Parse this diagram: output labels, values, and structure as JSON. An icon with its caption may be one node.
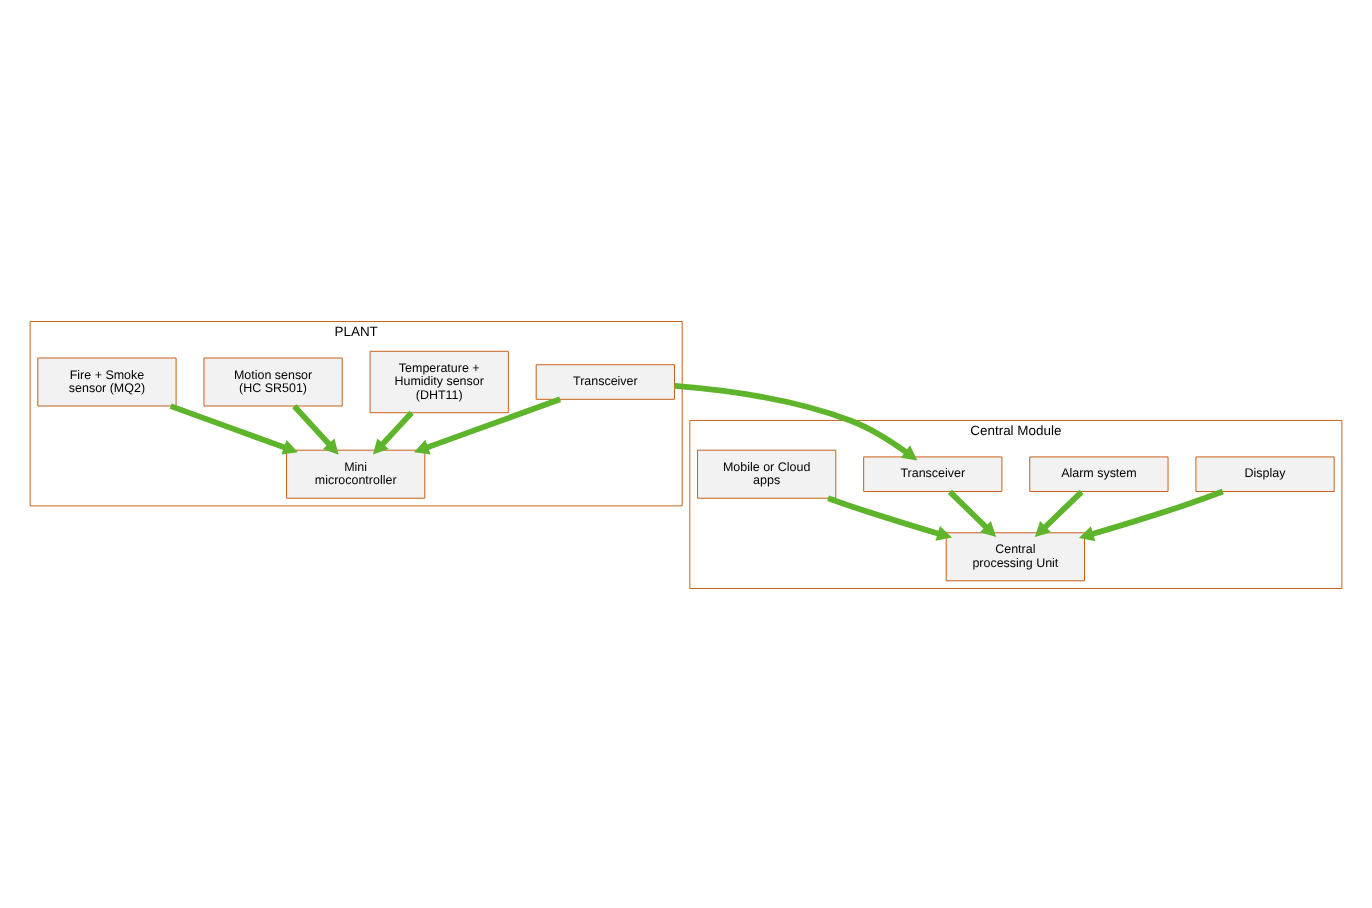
{
  "diagram": {
    "nodes": [
      {
        "text": [
          "PLANT"
        ]
      },
      {
        "text": [
          "Temperature + Humidity sensor (DHT11)"
        ],
        "in": 0
      },
      {
        "text": [
          "Motion sensor (HC SR501)"
        ],
        "in": 0
      },
      {
        "text": [
          "Mini microcontroller"
        ],
        "in": 0
      },
      {
        "text": [
          "Fire + Smoke sensor (MQ2)"
        ],
        "in": 0
      },
      {
        "text": [
          "Transceiver"
        ],
        "in": 0
      },
      {
        "text": [
          "Central Module"
        ]
      },
      {
        "text": [
          "Display"
        ],
        "in": 6
      },
      {
        "text": [
          "Alarm system"
        ],
        "in": 6
      },
      {
        "text": [
          "Central processing Unit"
        ],
        "in": 6
      },
      {
        "text": [
          "Transceiver"
        ],
        "in": 6
      },
      {
        "text": [
          "Mobile or Cloud apps"
        ],
        "in": 6
      }
    ],
    "edges": [
      {
        "from": 1,
        "to": 3,
        "arrow": "to"
      },
      {
        "from": 2,
        "to": 3,
        "arrow": "to"
      },
      {
        "from": 4,
        "to": 3,
        "arrow": "to"
      },
      {
        "from": 5,
        "to": 3,
        "arrow": "to"
      },
      {
        "from": 5,
        "to": 10,
        "arrow": "to"
      },
      {
        "from": 7,
        "to": 9,
        "arrow": "to"
      },
      {
        "from": 8,
        "to": 9,
        "arrow": "to"
      },
      {
        "from": 10,
        "to": 9,
        "arrow": "to"
      },
      {
        "from": 11,
        "to": 9,
        "arrow": "to"
      }
    ]
  }
}
